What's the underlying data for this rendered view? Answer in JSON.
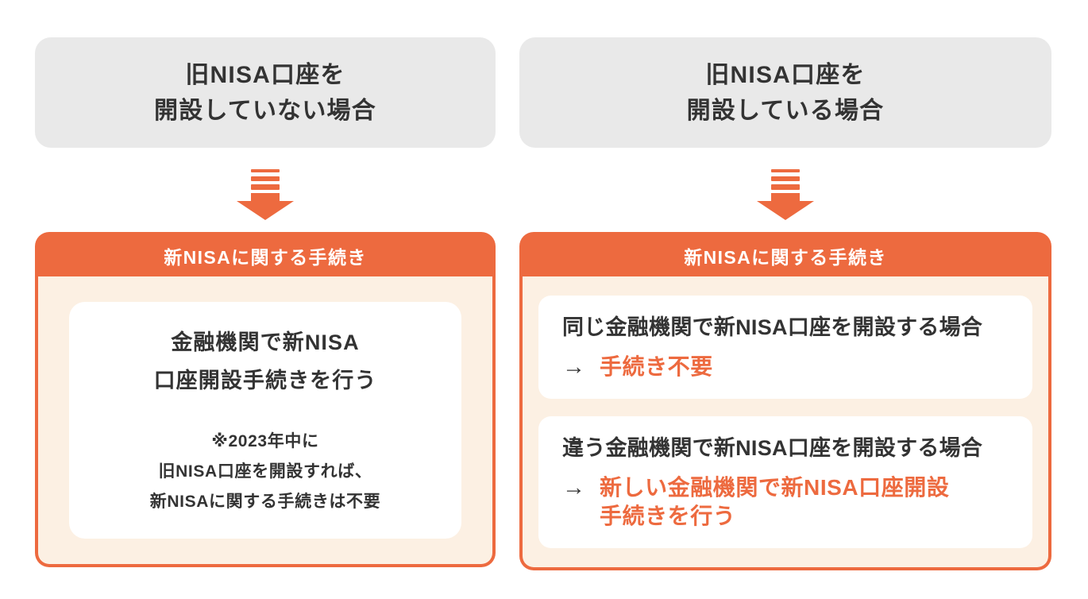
{
  "colors": {
    "orange": "#ed6a3f",
    "cream": "#fcf0e3",
    "light_gray": "#e9e9e9",
    "dark": "#333333",
    "white": "#ffffff"
  },
  "columns": [
    {
      "header": "旧NISA口座を\n開設していない場合",
      "card": {
        "title": "新NISAに関する手続き",
        "instruction": "金融機関で新NISA\n口座開設手続きを行う",
        "note": "※2023年中に\n旧NISA口座を開設すれば、\n新NISAに関する手続きは不要"
      }
    },
    {
      "header": "旧NISA口座を\n開設している場合",
      "card": {
        "title": "新NISAに関する手続き",
        "items": [
          {
            "condition": "同じ金融機関で新NISA口座を開設する場合",
            "arrow": "→",
            "result": "手続き不要"
          },
          {
            "condition": "違う金融機関で新NISA口座を開設する場合",
            "arrow": "→",
            "result": "新しい金融機関で新NISA口座開設\n手続きを行う"
          }
        ]
      }
    }
  ]
}
